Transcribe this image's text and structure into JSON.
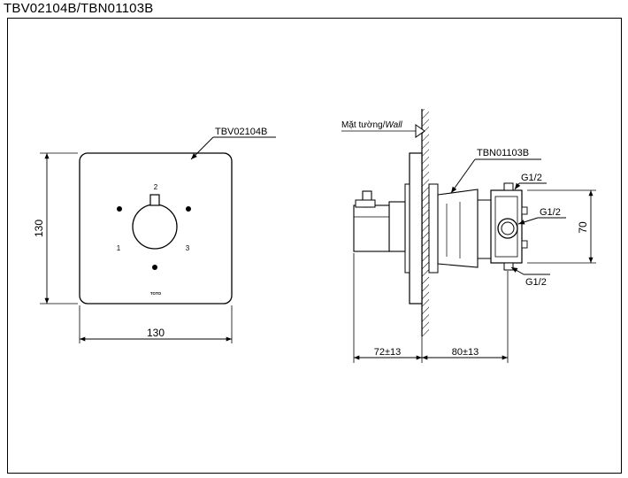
{
  "title": "TBV02104B/TBN01103B",
  "front_view": {
    "callout": "TBV02104B",
    "width_dim": "130",
    "height_dim": "130",
    "positions": [
      "1",
      "2",
      "3"
    ],
    "brand": "TOTO"
  },
  "side_view": {
    "wall_label": "Mặt tường/",
    "wall_label_en": "Wall",
    "valve_callout": "TBN01103B",
    "port_top": "G1/2",
    "port_mid": "G1/2",
    "port_bottom": "G1/2",
    "dim_front": "72±13",
    "dim_back": "80±13",
    "dim_height": "70"
  }
}
